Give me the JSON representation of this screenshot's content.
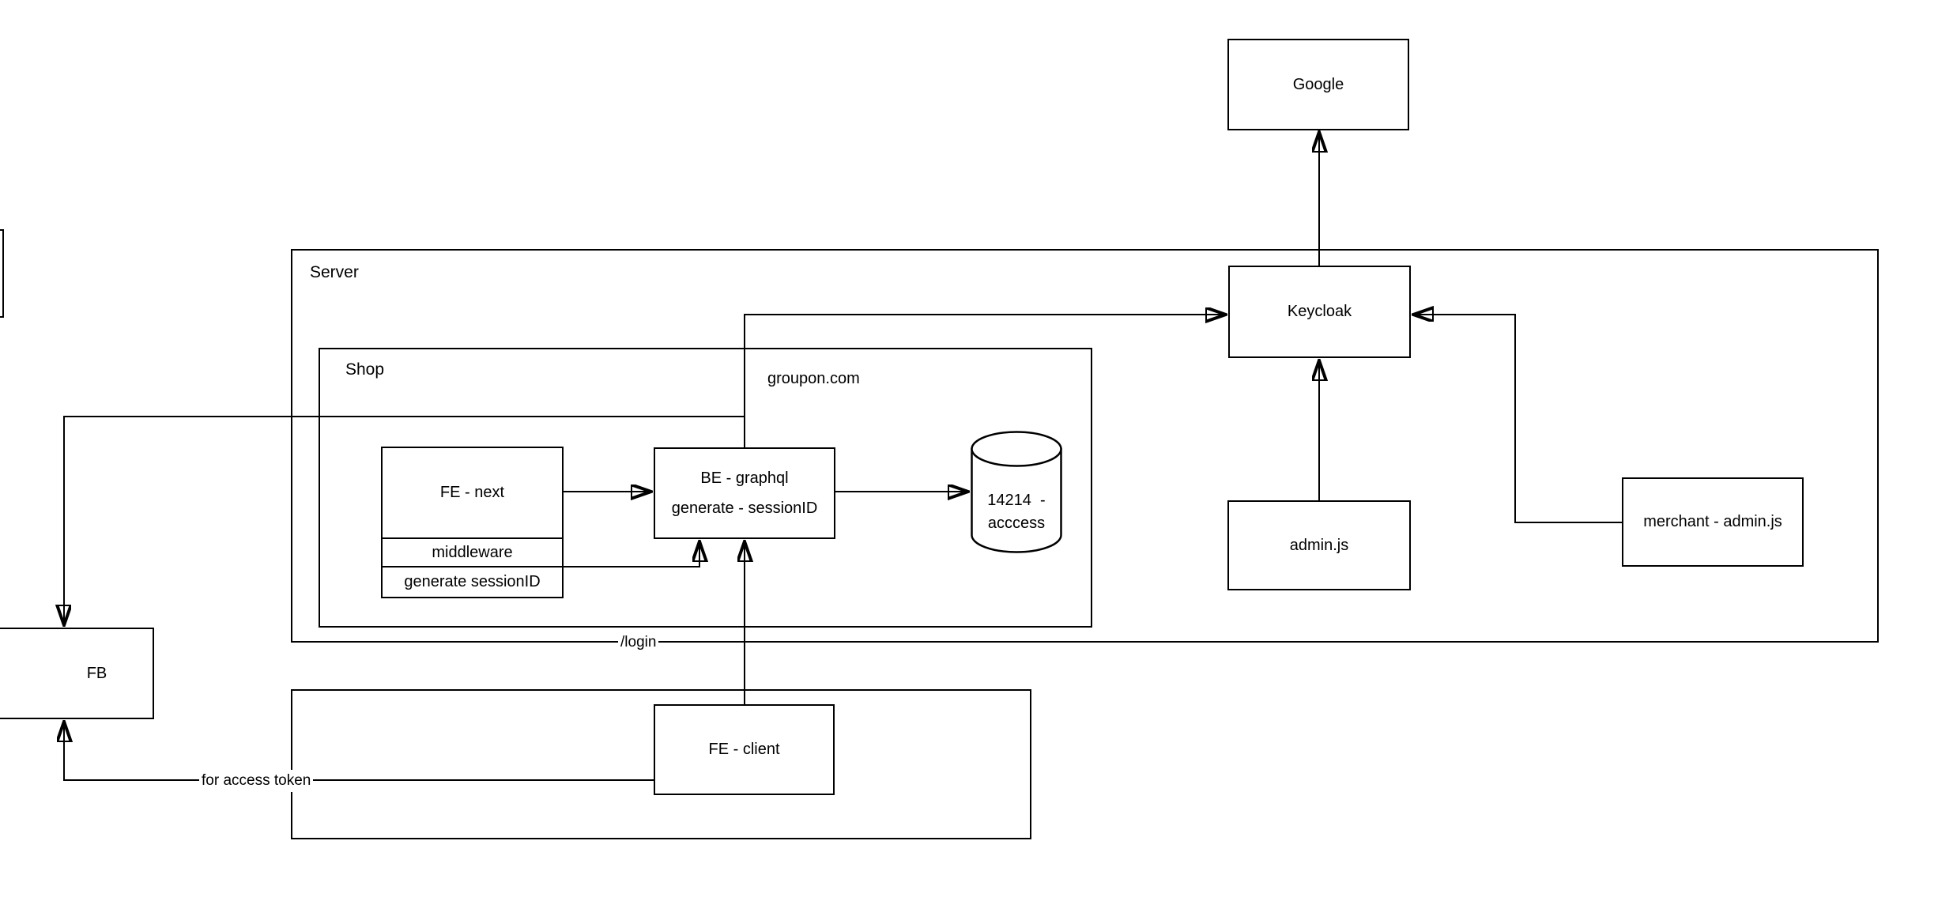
{
  "colors": {
    "stroke": "#000000",
    "background": "#ffffff",
    "node_fill": "#ffffff"
  },
  "containers": {
    "server": {
      "label": "Server"
    },
    "shop": {
      "label": "Shop"
    },
    "client_group": {
      "label": ""
    }
  },
  "nodes": {
    "google": {
      "label": "Google"
    },
    "keycloak": {
      "label": "Keycloak"
    },
    "admin_js": {
      "label": "admin.js"
    },
    "merchant_admin_js": {
      "label": "merchant - admin.js"
    },
    "fe_next": {
      "label": "FE - next",
      "rows": [
        "middleware",
        "generate sessionID"
      ]
    },
    "be_graphql": {
      "label": "BE - graphql",
      "sublabel": "generate - sessionID"
    },
    "database": {
      "line1": "14214  -",
      "line2": "acccess"
    },
    "fb": {
      "label": "FB"
    },
    "fe_client": {
      "label": "FE - client"
    }
  },
  "edge_labels": {
    "groupon": "groupon.com",
    "login": "/login",
    "access_token": "for access token"
  },
  "edges": [
    {
      "from": "Keycloak",
      "to": "Google"
    },
    {
      "from": "admin.js",
      "to": "Keycloak"
    },
    {
      "from": "merchant - admin.js",
      "to": "Keycloak"
    },
    {
      "from": "BE - graphql",
      "to": "Keycloak"
    },
    {
      "from": "BE - graphql",
      "to": "FB"
    },
    {
      "from": "FE - next",
      "to": "BE - graphql"
    },
    {
      "from": "BE - graphql",
      "to": "14214 - acccess"
    },
    {
      "from": "FE - next middleware",
      "to": "BE - graphql"
    },
    {
      "from": "FE - client",
      "to": "BE - graphql"
    },
    {
      "from": "FE - client",
      "to": "FB",
      "label": "for access token"
    }
  ]
}
